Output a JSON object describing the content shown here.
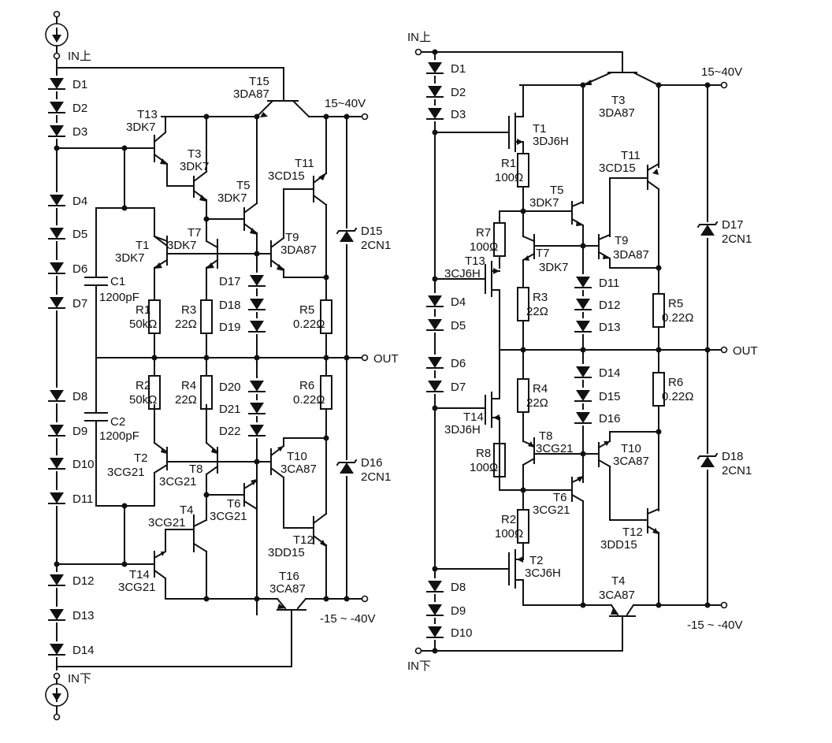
{
  "left_circuit": {
    "in_top": "IN上",
    "in_bottom": "IN下",
    "supply_pos": "15~40V",
    "supply_neg": "-15 ~ -40V",
    "out": "OUT",
    "diodes": [
      {
        "name": "D1"
      },
      {
        "name": "D2"
      },
      {
        "name": "D3"
      },
      {
        "name": "D4"
      },
      {
        "name": "D5"
      },
      {
        "name": "D6"
      },
      {
        "name": "D7"
      },
      {
        "name": "D8"
      },
      {
        "name": "D9"
      },
      {
        "name": "D10"
      },
      {
        "name": "D11"
      },
      {
        "name": "D12"
      },
      {
        "name": "D13"
      },
      {
        "name": "D14"
      }
    ],
    "inner_diodes": [
      {
        "name": "D17"
      },
      {
        "name": "D18"
      },
      {
        "name": "D19"
      },
      {
        "name": "D20"
      },
      {
        "name": "D21"
      },
      {
        "name": "D22"
      }
    ],
    "zener_diodes": [
      {
        "name": "D15",
        "type": "2CN1"
      },
      {
        "name": "D16",
        "type": "2CN1"
      }
    ],
    "transistors": [
      {
        "name": "T15",
        "type": "3DA87"
      },
      {
        "name": "T13",
        "type": "3DK7"
      },
      {
        "name": "T3",
        "type": "3DK7"
      },
      {
        "name": "T5",
        "type": "3DK7"
      },
      {
        "name": "T11",
        "type": "3CD15"
      },
      {
        "name": "T1",
        "type": "3DK7"
      },
      {
        "name": "T7",
        "type": "3DK7"
      },
      {
        "name": "T9",
        "type": "3DA87"
      },
      {
        "name": "T2",
        "type": "3CG21"
      },
      {
        "name": "T8",
        "type": "3CG21"
      },
      {
        "name": "T10",
        "type": "3CA87"
      },
      {
        "name": "T6",
        "type": "3CG21"
      },
      {
        "name": "T4",
        "type": "3CG21"
      },
      {
        "name": "T12",
        "type": "3DD15"
      },
      {
        "name": "T14",
        "type": "3CG21"
      },
      {
        "name": "T16",
        "type": "3CA87"
      }
    ],
    "capacitors": [
      {
        "name": "C1",
        "value": "1200pF"
      },
      {
        "name": "C2",
        "value": "1200pF"
      }
    ],
    "resistors": [
      {
        "name": "R1",
        "value": "50kΩ"
      },
      {
        "name": "R3",
        "value": "22Ω"
      },
      {
        "name": "R5",
        "value": "0.22Ω"
      },
      {
        "name": "R2",
        "value": "50kΩ"
      },
      {
        "name": "R4",
        "value": "22Ω"
      },
      {
        "name": "R6",
        "value": "0.22Ω"
      }
    ]
  },
  "right_circuit": {
    "in_top": "IN上",
    "in_bottom": "IN下",
    "supply_pos": "15~40V",
    "supply_neg": "-15 ~ -40V",
    "out": "OUT",
    "diodes": [
      {
        "name": "D1"
      },
      {
        "name": "D2"
      },
      {
        "name": "D3"
      },
      {
        "name": "D4"
      },
      {
        "name": "D5"
      },
      {
        "name": "D6"
      },
      {
        "name": "D7"
      },
      {
        "name": "D8"
      },
      {
        "name": "D9"
      },
      {
        "name": "D10"
      }
    ],
    "inner_diodes": [
      {
        "name": "D11"
      },
      {
        "name": "D12"
      },
      {
        "name": "D13"
      },
      {
        "name": "D14"
      },
      {
        "name": "D15"
      },
      {
        "name": "D16"
      }
    ],
    "zener_diodes": [
      {
        "name": "D17",
        "type": "2CN1"
      },
      {
        "name": "D18",
        "type": "2CN1"
      }
    ],
    "transistors": [
      {
        "name": "T3",
        "type": "3DA87"
      },
      {
        "name": "T1",
        "type": "3DJ6H"
      },
      {
        "name": "T11",
        "type": "3CD15"
      },
      {
        "name": "T5",
        "type": "3DK7"
      },
      {
        "name": "T7",
        "type": "3DK7"
      },
      {
        "name": "T9",
        "type": "3DA87"
      },
      {
        "name": "T13",
        "type": "3CJ6H"
      },
      {
        "name": "T14",
        "type": "3DJ6H"
      },
      {
        "name": "T8",
        "type": "3CG21"
      },
      {
        "name": "T10",
        "type": "3CA87"
      },
      {
        "name": "T6",
        "type": "3CG21"
      },
      {
        "name": "T12",
        "type": "3DD15"
      },
      {
        "name": "T2",
        "type": "3CJ6H"
      },
      {
        "name": "T4",
        "type": "3CA87"
      }
    ],
    "resistors": [
      {
        "name": "R1",
        "value": "100Ω"
      },
      {
        "name": "R7",
        "value": "100Ω"
      },
      {
        "name": "R3",
        "value": "22Ω"
      },
      {
        "name": "R5",
        "value": "0.22Ω"
      },
      {
        "name": "R4",
        "value": "22Ω"
      },
      {
        "name": "R6",
        "value": "0.22Ω"
      },
      {
        "name": "R8",
        "value": "100Ω"
      },
      {
        "name": "R2",
        "value": "100Ω"
      }
    ]
  }
}
